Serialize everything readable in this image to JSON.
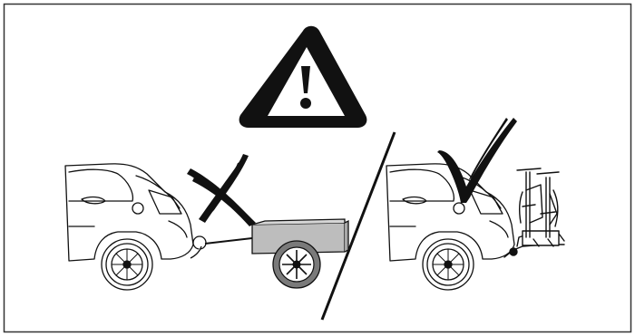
{
  "figure": {
    "icons": {
      "warning": "warning-triangle-icon",
      "forbidden": "x-mark-icon",
      "allowed": "check-mark-icon"
    },
    "colors": {
      "ink": "#111111",
      "border": "#333333",
      "trailer_fill": "#bdbdbd",
      "tire": "#7a7a7a",
      "background": "#ffffff"
    },
    "panels": [
      {
        "scene": "car-towing-trailer",
        "verdict": "not-allowed"
      },
      {
        "scene": "car-with-bike-carrier",
        "verdict": "allowed"
      }
    ]
  }
}
